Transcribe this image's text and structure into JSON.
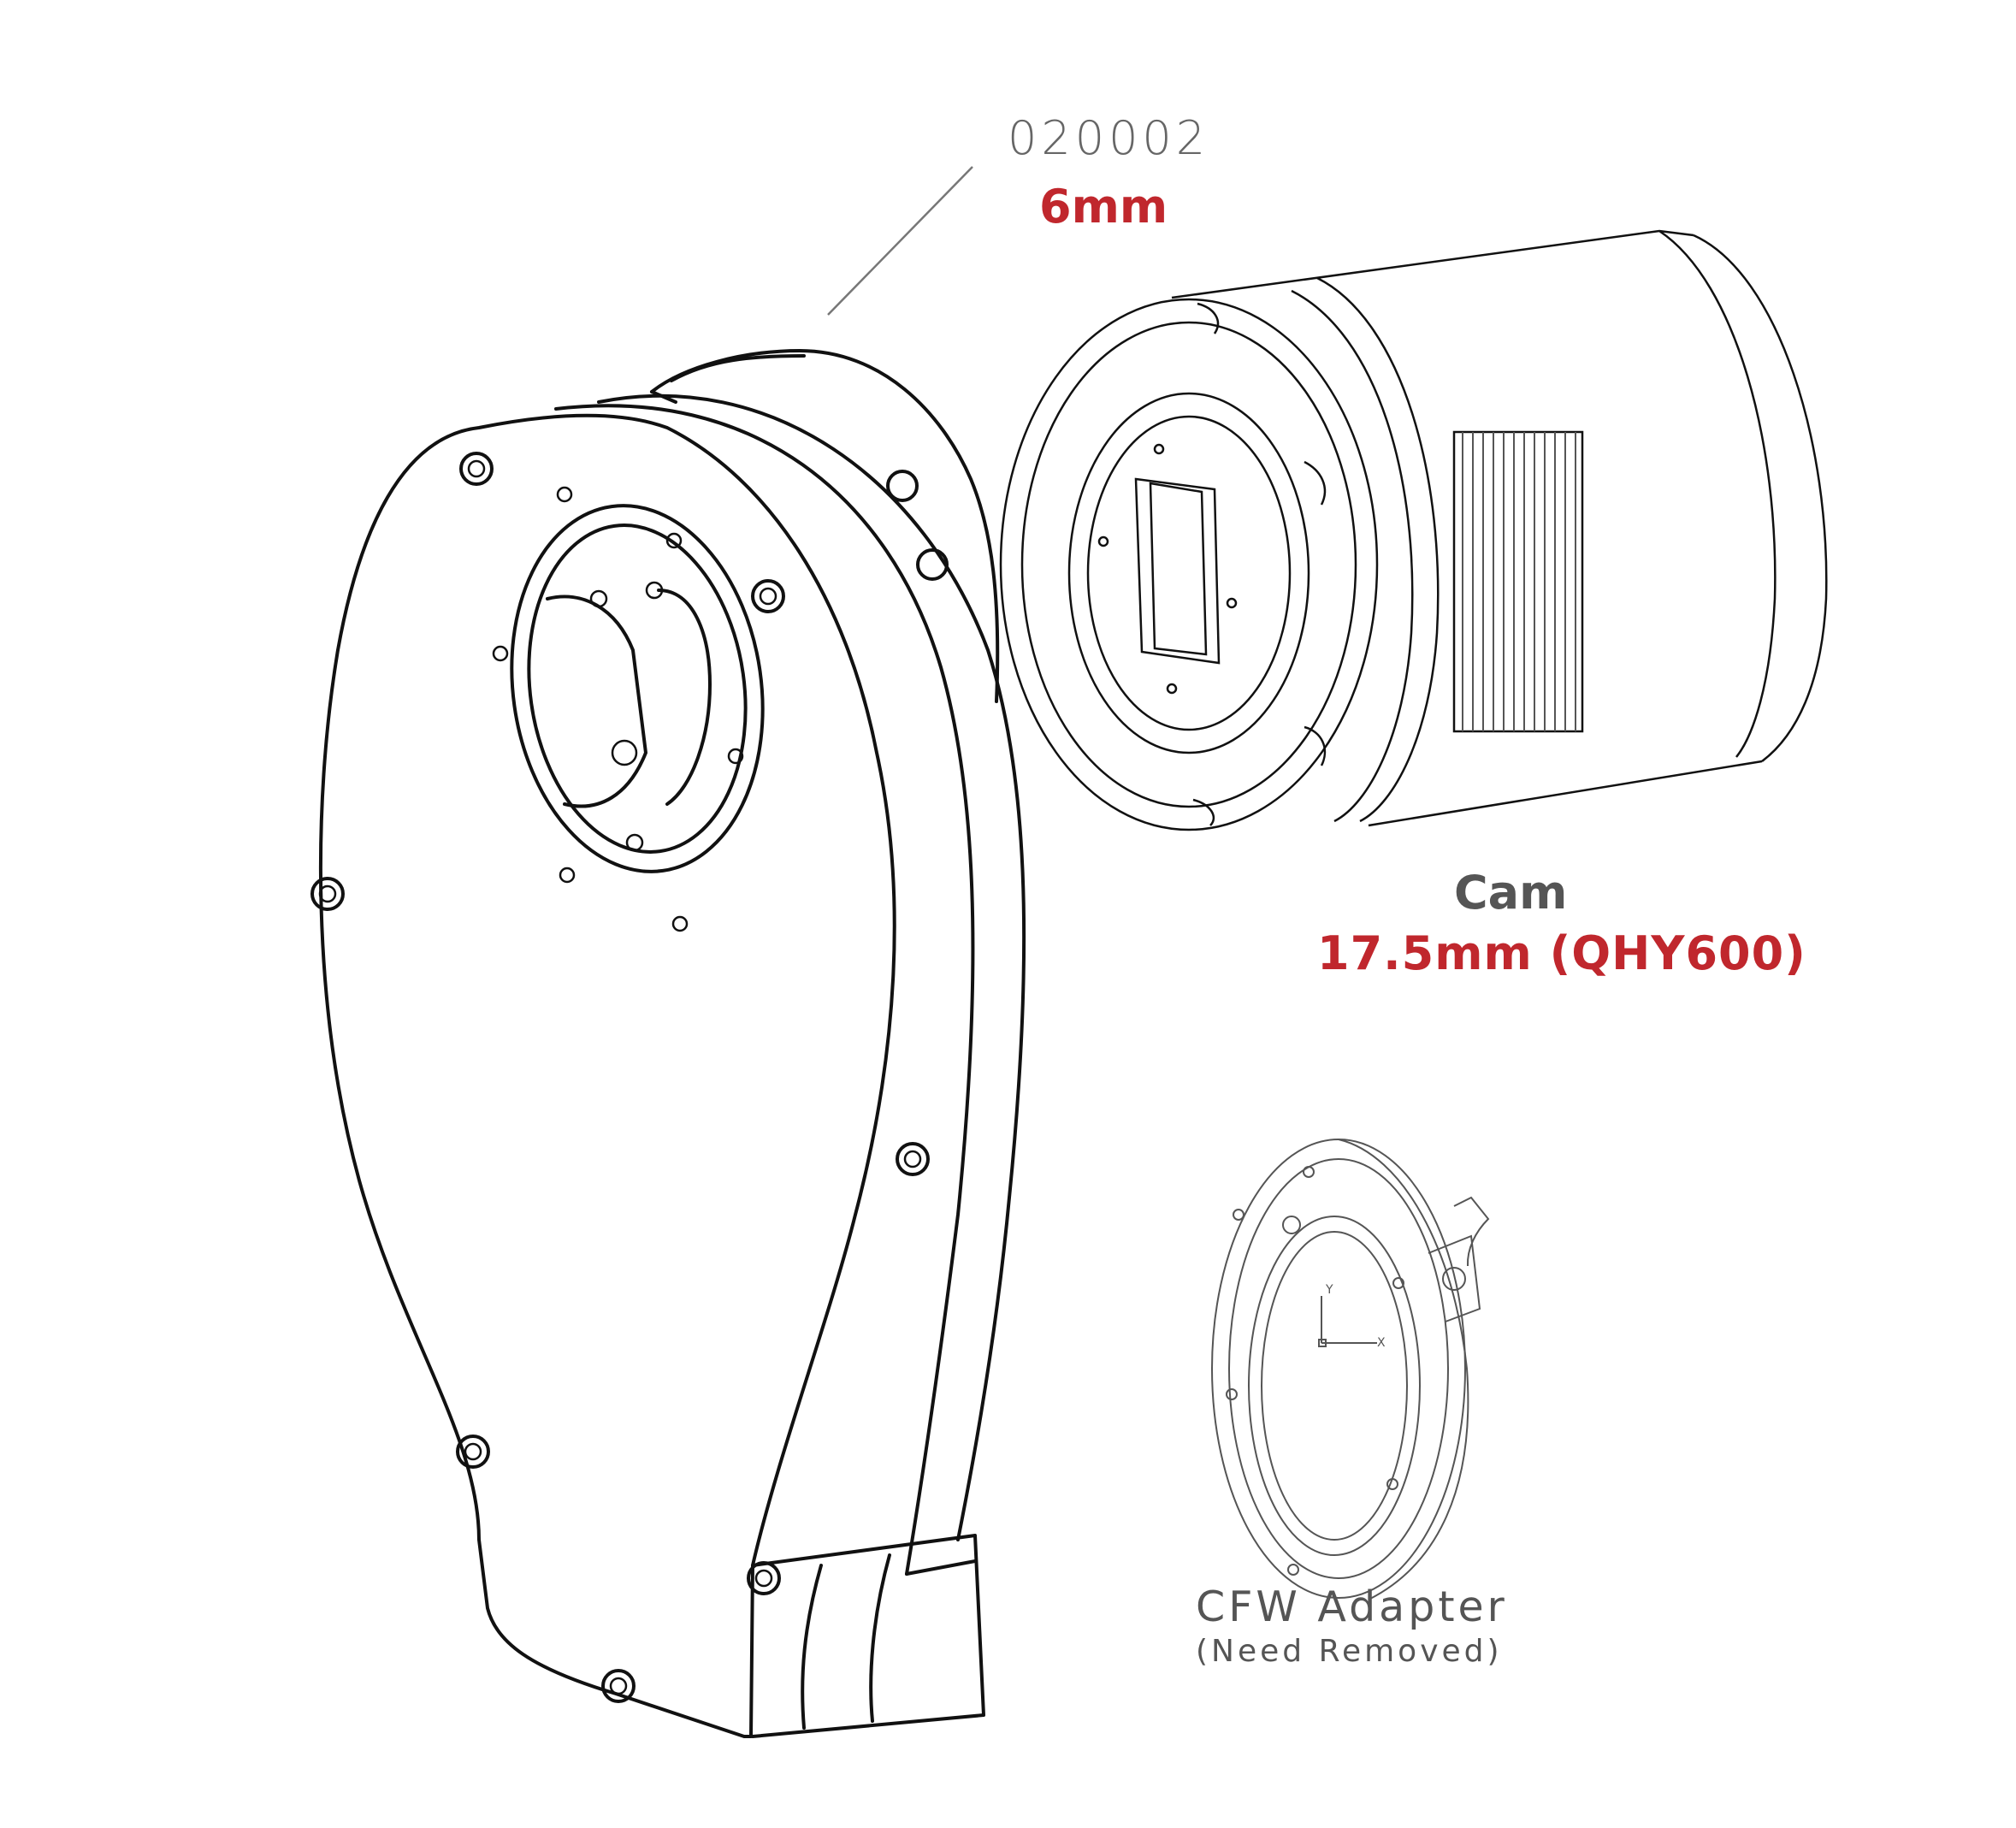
{
  "labels": {
    "part_code": "020002",
    "part_thickness": "6mm",
    "camera_title": "Cam",
    "camera_thickness": "17.5mm (QHY600)",
    "adapter_title": "CFW Adapter",
    "adapter_note": "(Need Removed)"
  },
  "colors": {
    "accent_red": "#c0272d",
    "label_gray": "#555555",
    "code_gray": "#666666",
    "line": "#111111"
  }
}
